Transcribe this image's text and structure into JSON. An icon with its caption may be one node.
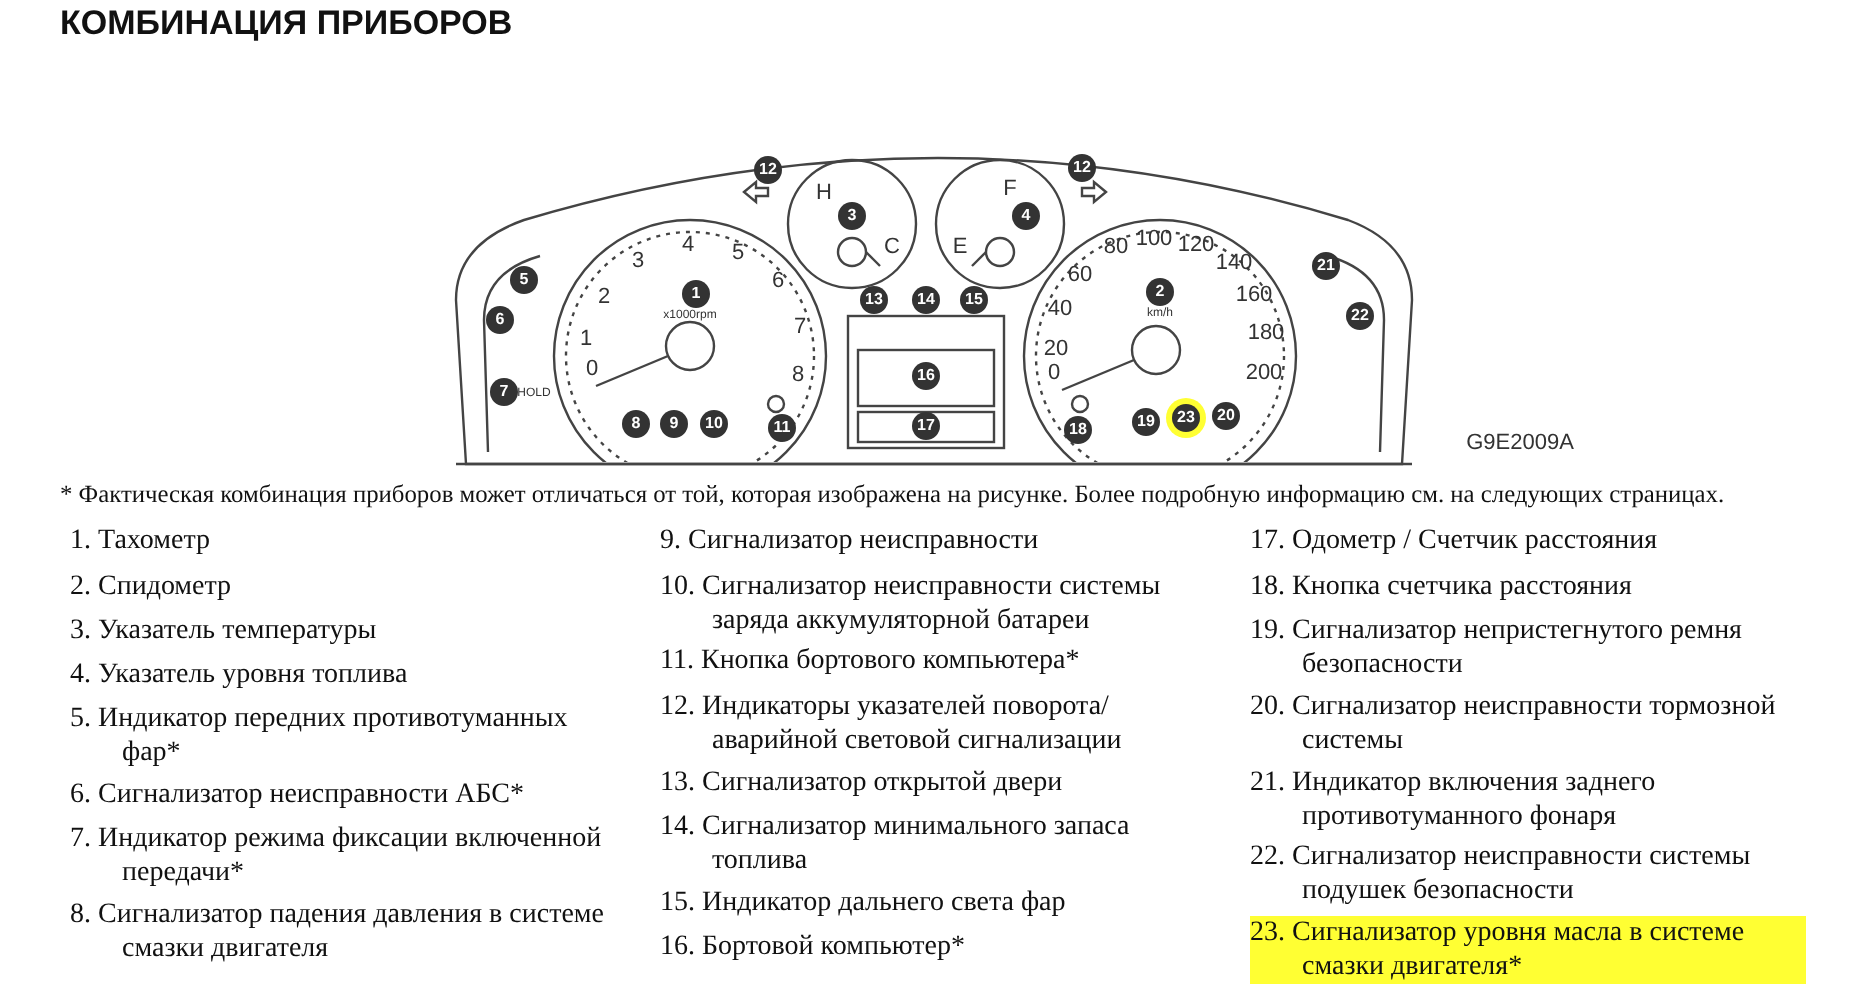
{
  "diagram": {
    "title": "КОМБИНАЦИЯ ПРИБОРОВ",
    "caption": "* Фактическая комбинация приборов может отличаться от той, которая изображена на рисунке. Более подробную информацию см. на следующих страницах.",
    "labels": [
      "12",
      "12",
      "F",
      "H",
      "3",
      "4",
      "100",
      "4",
      "120",
      "80",
      "5",
      "C",
      "E",
      "3",
      "140",
      "21",
      "60",
      "5",
      "6",
      "1",
      "2",
      "160",
      "2",
      "13",
      "14",
      "15",
      "40",
      "km/h",
      "x1000rpm",
      "22",
      "6",
      "7",
      "180",
      "1",
      "20",
      "8",
      "200",
      "0",
      "0",
      "16",
      "7",
      "HOLD",
      "20",
      "23",
      "19",
      "8",
      "9",
      "10",
      "17",
      "11",
      "18",
      "G9E2009A",
      "1. Тахометр",
      "2. Спидометр",
      "3. Указатель температуры",
      "4. Указатель уровня топлива",
      "5. Индикатор передних противотуманных фар*",
      "6. Сигнализатор неисправности АБС*",
      "7. Индикатор режима фиксации включенной передачи*",
      "8. Сигнализатор падения давления в системе смазки двигателя",
      "9. Сигнализатор неисправности",
      "10. Сигнализатор неисправности системы заряда аккумуляторной батареи",
      "11. Кнопка бортового компьютера*",
      "12. Индикаторы указателей поворота/ аварийной световой сигнализации",
      "13. Сигнализатор открытой двери",
      "14. Сигнализатор минимального запаса топлива",
      "15. Индикатор дальнего света фар",
      "16. Бортовой компьютер*",
      "17. Одометр / Счетчик расстояния",
      "18. Кнопка счетчика расстояния",
      "19. Сигнализатор непристегнутого ремня безопасности",
      "20. Сигнализатор неисправности тормозной системы",
      "21. Индикатор включения заднего противотуманного фонаря",
      "22. Сигнализатор неисправности системы подушек безопасности",
      "23. Сигнализатор уровня масла в системе смазки двигателя*"
    ]
  }
}
